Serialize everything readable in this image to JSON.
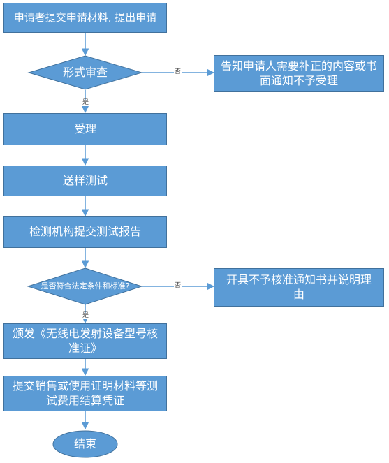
{
  "nodes": {
    "submit": "申请者提交申请材料, 提出申请",
    "formal_review": "形式审查",
    "notify_correction": "告知申请人需要补正的内容或书面通知不予受理",
    "accept": "受理",
    "sample_test": "送样测试",
    "test_report": "检测机构提交测试报告",
    "compliance_check": "是否符合法定条件和标准?",
    "issue_notice": "开具不予核准通知书并说明理由",
    "issue_certificate": "颁发《无线电发射设备型号核准证》",
    "submit_proof": "提交销售或使用证明材料等测试费用结算凭证",
    "end": "结束"
  },
  "edges": {
    "yes": "是",
    "no": "否"
  },
  "colors": {
    "fill": "#5b9bd5",
    "stroke": "#41719c",
    "text": "#ffffff",
    "edge": "#5b9bd5"
  }
}
